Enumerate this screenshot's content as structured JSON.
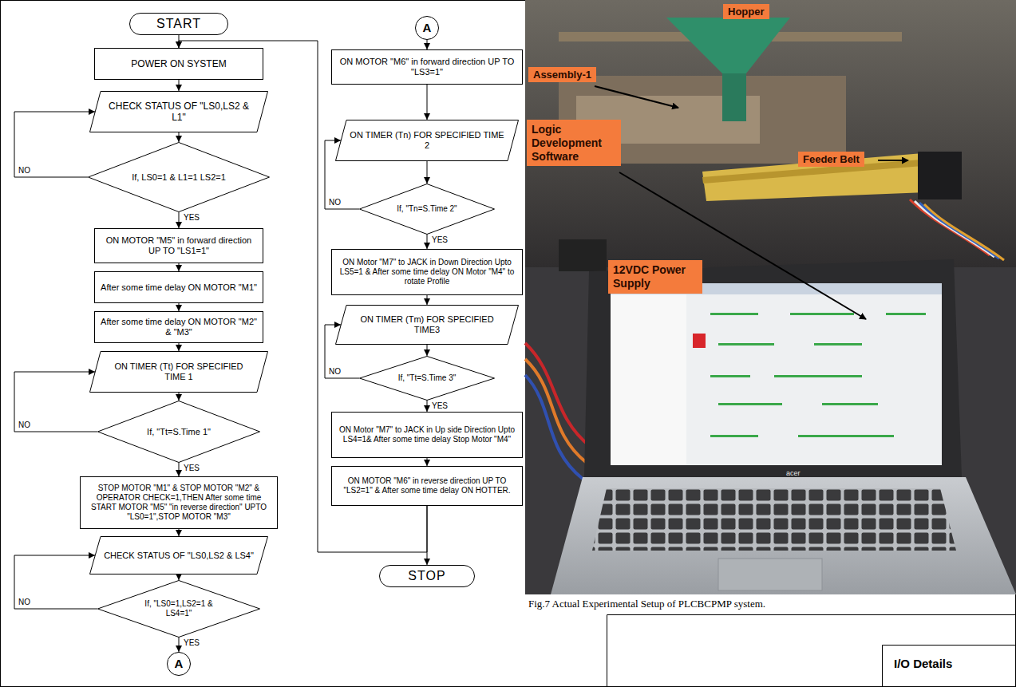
{
  "diagram": {
    "caption": "Fig.7 Actual Experimental Setup of PLCBCPMP system.",
    "nodes": [
      {
        "text": [
          "START"
        ]
      },
      {
        "text": [
          "POWER ON SYSTEM"
        ]
      },
      {
        "text": [
          "CHECK STATUS OF \"LS0,LS2 & L1\""
        ]
      },
      {
        "text": [
          "If, LS0=1 & L1=1 LS2=1"
        ]
      },
      {
        "text": [
          "ON MOTOR \"M5\" in forward direction UP TO \"LS1=1\""
        ]
      },
      {
        "text": [
          "After some time delay ON MOTOR \"M1\""
        ]
      },
      {
        "text": [
          "After some time delay ON MOTOR \"M2\" & \"M3\""
        ]
      },
      {
        "text": [
          "ON TIMER (Tt) FOR SPECIFIED TIME 1"
        ]
      },
      {
        "text": [
          "If, \"Tt=S.Time 1\""
        ]
      },
      {
        "text": [
          "STOP MOTOR \"M1\" & STOP MOTOR \"M2\" & OPERATOR CHECK=1,THEN After some time START MOTOR \"M5\" \"in reverse direction\" UPTO \"LS0=1\",STOP MOTOR \"M3\""
        ]
      },
      {
        "text": [
          "CHECK STATUS OF \"LS0,LS2 & LS4\""
        ]
      },
      {
        "text": [
          "If, \"LS0=1,LS2=1 & LS4=1\""
        ]
      },
      {
        "text": [
          "A"
        ]
      },
      {
        "text": [
          "A"
        ]
      },
      {
        "text": [
          "ON MOTOR \"M6\" in forward direction UP TO \"LS3=1\""
        ]
      },
      {
        "text": [
          "ON TIMER (Tn) FOR SPECIFIED TIME 2"
        ]
      },
      {
        "text": [
          "If, \"Tn=S.Time 2\""
        ]
      },
      {
        "text": [
          "ON Motor \"M7\" to JACK in Down Direction Upto LS5=1 & After some time delay ON Motor \"M4\" to rotate Profile"
        ]
      },
      {
        "text": [
          "ON TIMER (Tm) FOR SPECIFIED TIME3"
        ]
      },
      {
        "text": [
          "If, \"Tt=S.Time 3\""
        ]
      },
      {
        "text": [
          "ON Motor \"M7\" to JACK in Up side Direction Upto LS4=1& After some time delay Stop Motor \"M4\""
        ]
      },
      {
        "text": [
          "ON MOTOR \"M6\" in reverse direction UP TO \"LS2=1\" & After some time delay ON HOTTER."
        ]
      },
      {
        "text": [
          "STOP"
        ]
      }
    ],
    "edges": [
      {
        "from": 0,
        "to": 1,
        "arrow": "to"
      },
      {
        "from": 1,
        "to": 2,
        "arrow": "to"
      },
      {
        "from": 2,
        "to": 3,
        "arrow": "to"
      },
      {
        "from": 3,
        "to": 4,
        "label": "YES",
        "arrow": "to"
      },
      {
        "from": 3,
        "to": 2,
        "label": "NO",
        "arrow": "to"
      },
      {
        "from": 4,
        "to": 5,
        "arrow": "to"
      },
      {
        "from": 5,
        "to": 6,
        "arrow": "to"
      },
      {
        "from": 6,
        "to": 7,
        "arrow": "to"
      },
      {
        "from": 7,
        "to": 8,
        "arrow": "to"
      },
      {
        "from": 8,
        "to": 9,
        "label": "YES",
        "arrow": "to"
      },
      {
        "from": 8,
        "to": 7,
        "label": "NO",
        "arrow": "to"
      },
      {
        "from": 9,
        "to": 10,
        "arrow": "to"
      },
      {
        "from": 10,
        "to": 11,
        "arrow": "to"
      },
      {
        "from": 11,
        "to": 12,
        "label": "YES",
        "arrow": "to"
      },
      {
        "from": 11,
        "to": 10,
        "label": "NO",
        "arrow": "to"
      },
      {
        "from": 13,
        "to": 14,
        "arrow": "to"
      },
      {
        "from": 14,
        "to": 15,
        "arrow": "to"
      },
      {
        "from": 15,
        "to": 16,
        "arrow": "to"
      },
      {
        "from": 16,
        "to": 17,
        "label": "YES",
        "arrow": "to"
      },
      {
        "from": 16,
        "to": 15,
        "label": "NO",
        "arrow": "to"
      },
      {
        "from": 17,
        "to": 18,
        "arrow": "to"
      },
      {
        "from": 18,
        "to": 19,
        "arrow": "to"
      },
      {
        "from": 19,
        "to": 20,
        "label": "YES",
        "arrow": "to"
      },
      {
        "from": 19,
        "to": 18,
        "label": "NO",
        "arrow": "to"
      },
      {
        "from": 20,
        "to": 21,
        "arrow": "to"
      },
      {
        "from": 21,
        "to": 22,
        "arrow": "to"
      },
      {
        "from": 21,
        "to": 1,
        "arrow": "to"
      }
    ],
    "labels": [
      "Hopper",
      "Assembly-1",
      "Feeder Belt",
      "Logic Development Software",
      "12VDC Power Supply",
      "acer",
      "I/O Details"
    ]
  }
}
